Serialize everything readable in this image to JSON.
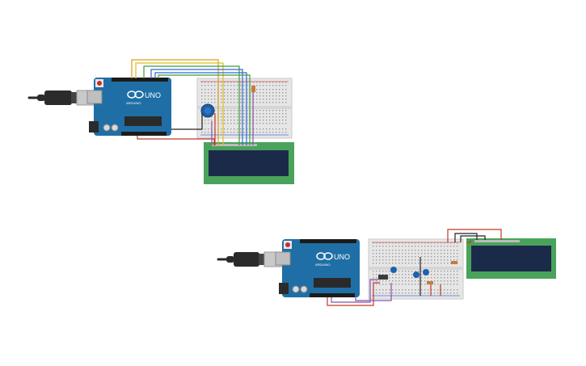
{
  "circuits": [
    {
      "id": "top",
      "board": {
        "logo": "UNO",
        "brand": "ARDUINO"
      }
    },
    {
      "id": "bottom",
      "board": {
        "logo": "UNO",
        "brand": "ARDUINO"
      }
    }
  ],
  "colors": {
    "canvas_bg": "#ffffff",
    "arduino_blue": "#1f6fa6",
    "arduino_dark": "#14507a",
    "breadboard": "#e6e6e6",
    "lcd_pcb": "#4aa35a",
    "lcd_screen": "#1c2a4a",
    "cable": "#2b2b2b",
    "usb_metal": "#c9c9c9",
    "wire_orange": "#e39b1c",
    "wire_yellow": "#d8c21d",
    "wire_green": "#3d9b3d",
    "wire_blue": "#2f6bd1",
    "wire_purple": "#8a4fa8",
    "wire_red": "#c0392b",
    "wire_black": "#222222",
    "potentiometer": "#1f5fa8",
    "button_blue": "#1e5fb0"
  },
  "icons": {
    "usb_cable": "usb-cable-icon",
    "potentiometer": "potentiometer-icon",
    "reset_button": "reset-button-icon"
  }
}
